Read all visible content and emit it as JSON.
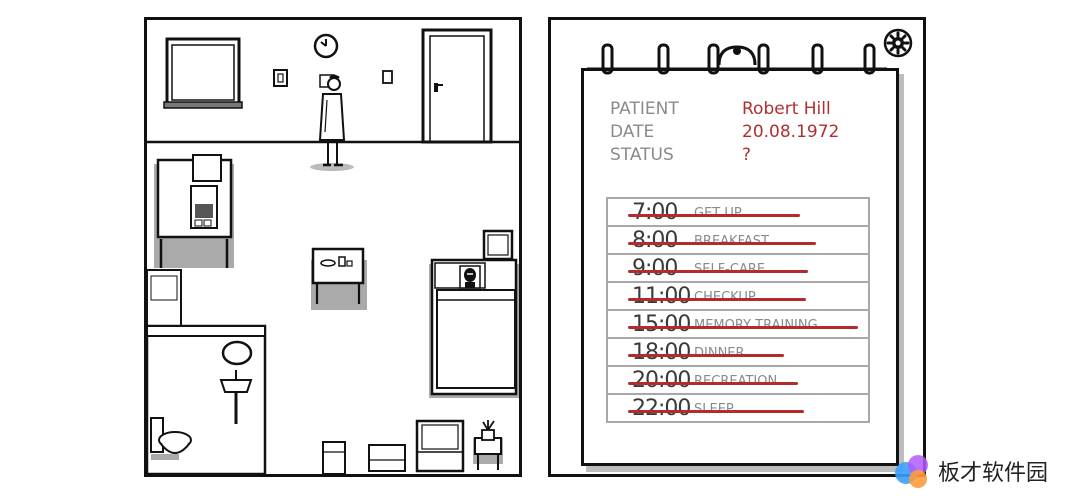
{
  "chart": {
    "patient_label": "PATIENT",
    "patient_value": "Robert Hill",
    "date_label": "DATE",
    "date_value": "20.08.1972",
    "status_label": "STATUS",
    "status_value": "?"
  },
  "schedule": [
    {
      "time": "7:00",
      "activity": "GET UP"
    },
    {
      "time": "8:00",
      "activity": "BREAKFAST"
    },
    {
      "time": "9:00",
      "activity": "SELF-CARE"
    },
    {
      "time": "11:00",
      "activity": "CHECKUP"
    },
    {
      "time": "15:00",
      "activity": "MEMORY TRAINING"
    },
    {
      "time": "18:00",
      "activity": "DINNER"
    },
    {
      "time": "20:00",
      "activity": "RECREATION"
    },
    {
      "time": "22:00",
      "activity": "SLEEP"
    }
  ],
  "settings_icon": "gear-icon",
  "watermark": {
    "text": "板才软件园",
    "icon": "watermark-logo-icon"
  },
  "colors": {
    "ink": "#111111",
    "accent_red": "#b03030",
    "label_gray": "#8a8a8a",
    "shadow": "#bdbdbd"
  }
}
